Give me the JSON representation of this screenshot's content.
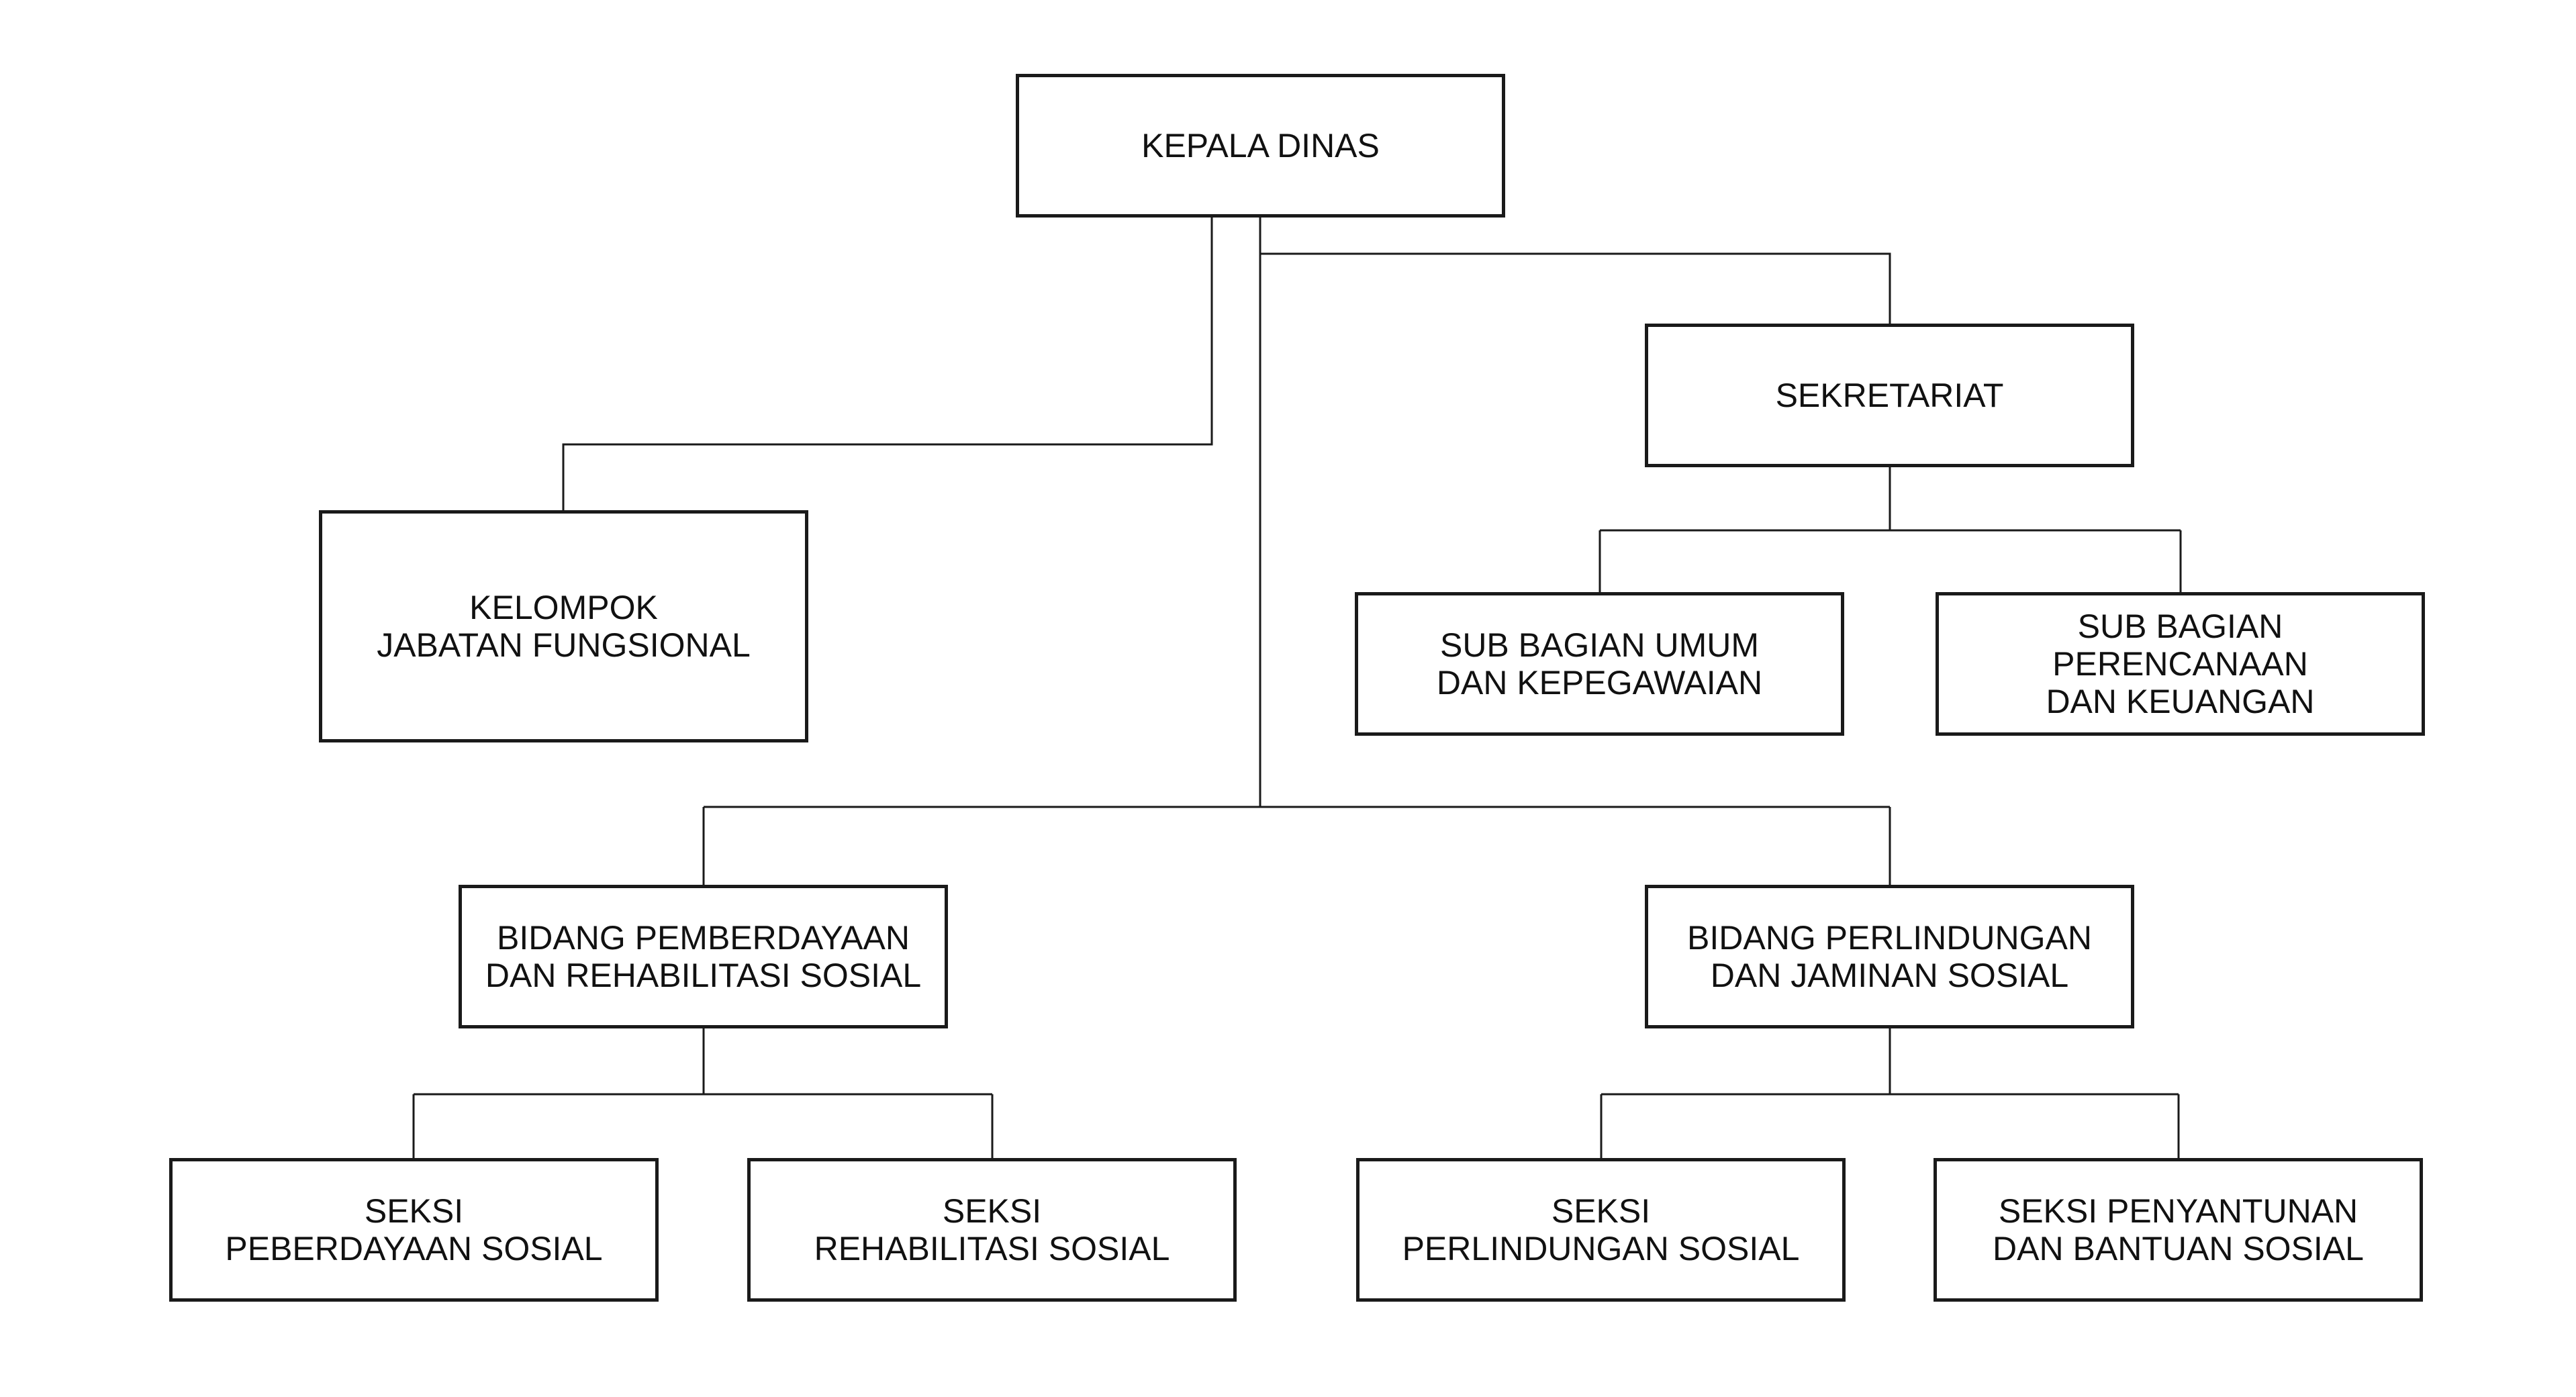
{
  "org_chart": {
    "kepala_dinas": "KEPALA DINAS",
    "sekretariat": "SEKRETARIAT",
    "kelompok_jabatan_fungsional": "KELOMPOK\nJABATAN FUNGSIONAL",
    "sub_bagian_umum": "SUB BAGIAN UMUM\nDAN KEPEGAWAIAN",
    "sub_bagian_perencanaan": "SUB BAGIAN\nPERENCANAAN\nDAN KEUANGAN",
    "bidang_pemberdayaan": "BIDANG PEMBERDAYAAN\nDAN REHABILITASI SOSIAL",
    "bidang_perlindungan": "BIDANG PERLINDUNGAN\nDAN JAMINAN SOSIAL",
    "seksi_pemberdayaan": "SEKSI\nPEBERDAYAAN SOSIAL",
    "seksi_rehabilitasi": "SEKSI\nREHABILITASI SOSIAL",
    "seksi_perlindungan": "SEKSI\nPERLINDUNGAN SOSIAL",
    "seksi_penyantunan": "SEKSI PENYANTUNAN\nDAN BANTUAN SOSIAL"
  },
  "colors": {
    "line": "#1a1a1a",
    "background": "#ffffff"
  }
}
